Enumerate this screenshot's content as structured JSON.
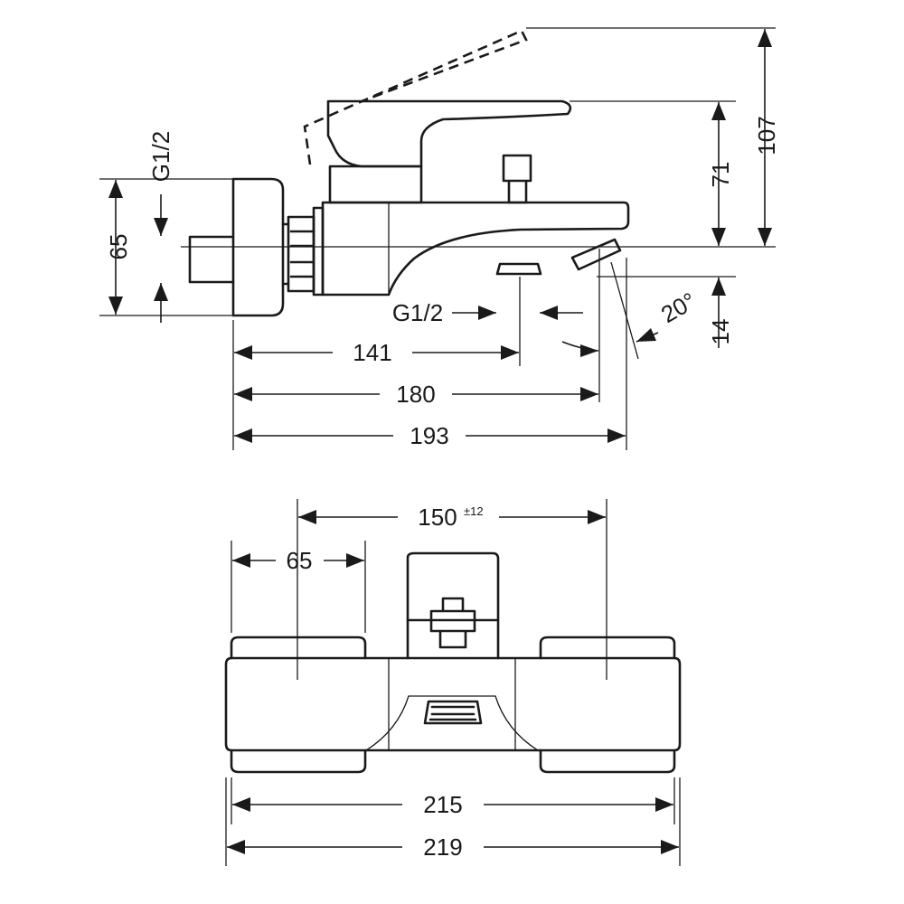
{
  "side_view": {
    "labels": {
      "g12_inlet": "G1/2",
      "g12_outlet": "G1/2",
      "height_65": "65",
      "height_71": "71",
      "height_107": "107",
      "height_14": "14",
      "angle": "20°",
      "len_141": "141",
      "len_180": "180",
      "len_193": "193"
    }
  },
  "top_view": {
    "labels": {
      "spacing_main": "150",
      "spacing_tol": "±12",
      "width_65": "65",
      "width_215": "215",
      "width_219": "219"
    }
  }
}
